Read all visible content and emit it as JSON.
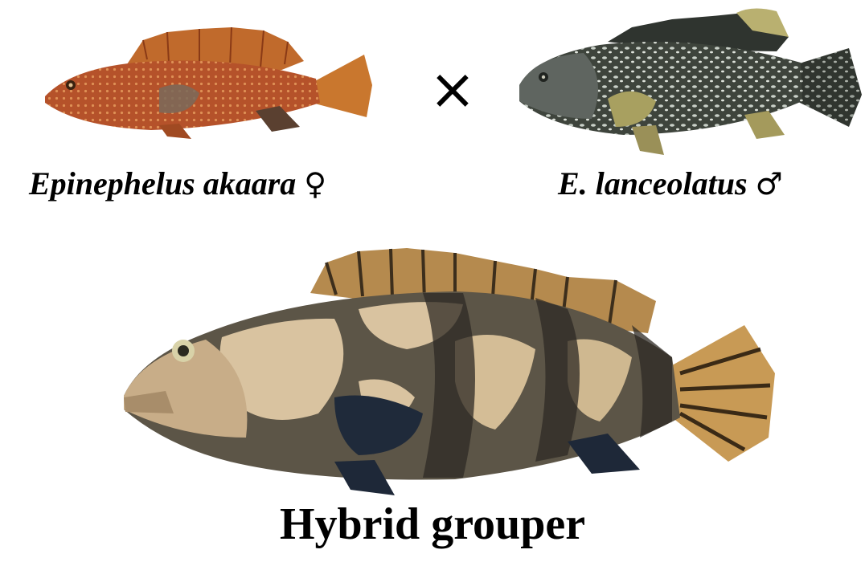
{
  "parents": {
    "female": {
      "name": "Epinephelus akaara",
      "symbol": "♀"
    },
    "male": {
      "name": "E. lanceolatus",
      "symbol": "♂"
    }
  },
  "cross_symbol": "×",
  "hybrid": {
    "name": "Hybrid grouper"
  },
  "icons": {
    "female_fish": "red-spotted-grouper-illustration",
    "male_fish": "giant-grouper-illustration",
    "hybrid_fish": "hybrid-grouper-illustration"
  },
  "colors": {
    "female_body": "#b5522a",
    "male_body": "#3e443c",
    "hybrid_body": "#5c5547",
    "hybrid_patch": "#d9c3a0"
  }
}
